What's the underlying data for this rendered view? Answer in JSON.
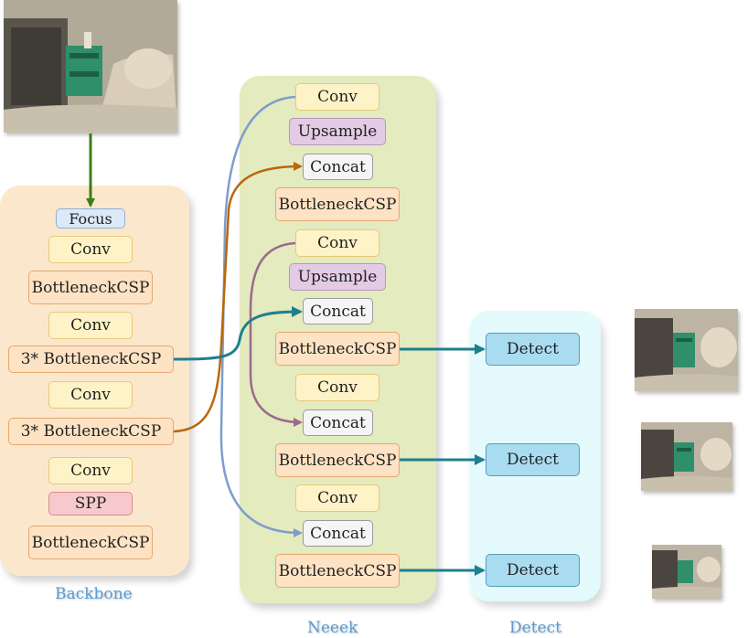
{
  "sections": {
    "backbone": "Backbone",
    "neck": "Neeek",
    "detect": "Detect"
  },
  "backbone": {
    "focus": "Focus",
    "conv1": "Conv",
    "csp1": "BottleneckCSP",
    "conv2": "Conv",
    "csp2": "3* BottleneckCSP",
    "conv3": "Conv",
    "csp3": "3* BottleneckCSP",
    "conv4": "Conv",
    "spp": "SPP",
    "csp4": "BottleneckCSP"
  },
  "neck": {
    "conv1": "Conv",
    "upsample1": "Upsample",
    "concat1": "Concat",
    "csp1": "BottleneckCSP",
    "conv2": "Conv",
    "upsample2": "Upsample",
    "concat2": "Concat",
    "csp2": "BottleneckCSP",
    "conv3": "Conv",
    "concat3": "Concat",
    "csp3": "BottleneckCSP",
    "conv4": "Conv",
    "concat4": "Concat",
    "csp4": "BottleneckCSP"
  },
  "detect": {
    "d1": "Detect",
    "d2": "Detect",
    "d3": "Detect"
  },
  "colors": {
    "input_arrow": "#3c7d1c",
    "skip_blue": "#7f9ccc",
    "skip_orange": "#b8680a",
    "skip_purple": "#9a6a8e",
    "skip_teal": "#1f7f8c"
  }
}
